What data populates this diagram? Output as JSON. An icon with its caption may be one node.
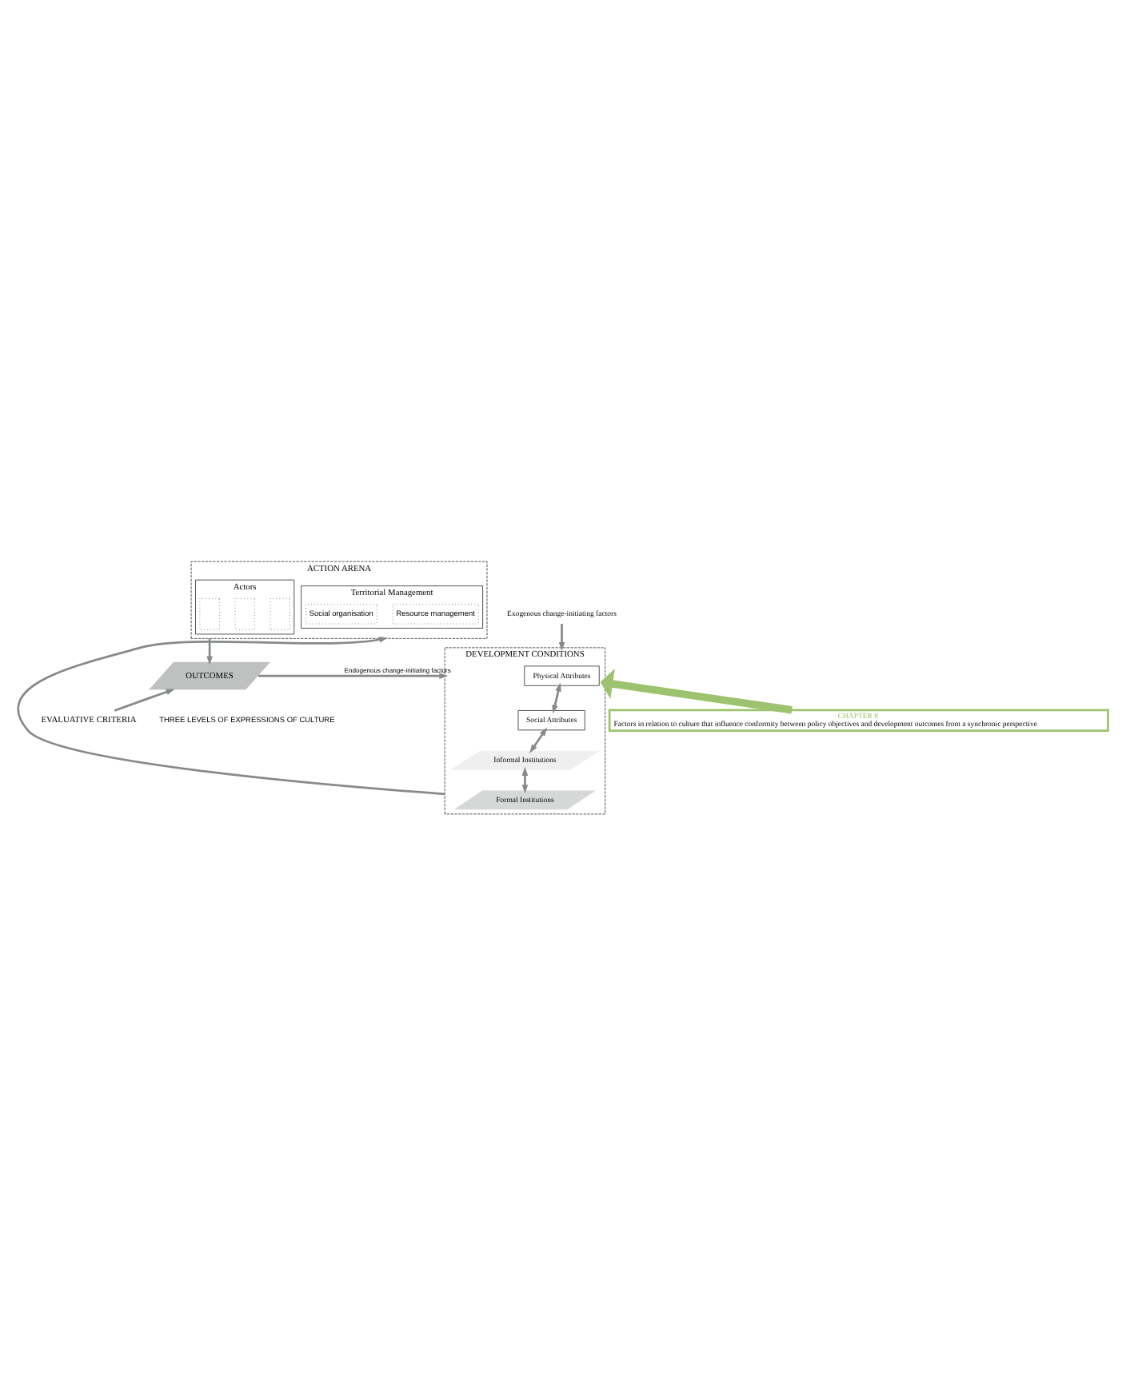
{
  "diagram": {
    "nodes": [
      {
        "text": [
          "DEVELOPMENT CONDITIONS"
        ]
      },
      {
        "text": [
          "Physical Attributes"
        ],
        "in": 0
      },
      {
        "text": [
          "Social Attributes"
        ],
        "in": 0
      },
      {
        "text": [
          "Informal Institutions"
        ],
        "in": 0
      },
      {
        "text": [
          "Formal Institutions"
        ],
        "in": 0
      },
      {
        "text": [
          "ACTION ARENA"
        ]
      },
      {
        "text": [
          "Territorial Management"
        ],
        "in": 5
      },
      {
        "text": [
          "Resource management"
        ],
        "in": 6
      },
      {
        "text": [
          "Social organisation"
        ],
        "in": 6
      },
      {
        "text": [
          "Actors"
        ],
        "in": 5
      },
      {
        "text": [],
        "shape": "box",
        "in": 9
      },
      {
        "text": [],
        "shape": "box",
        "in": 9
      },
      {
        "text": [],
        "shape": "box",
        "in": 9
      },
      {
        "text": [
          "OUTCOMES"
        ]
      },
      {
        "text": [
          "EVALUATIVE CRITERIA"
        ]
      },
      {
        "text": [
          "Exogenous change-initiating factors"
        ]
      },
      {
        "text": [
          "CHAPTER 8",
          "Factors in relation to culture that influence conformity between policy objectives and development outcomes from a synchronic perspective"
        ]
      }
    ],
    "edges": [
      {
        "from": 1,
        "to": 2,
        "arrow": "both"
      },
      {
        "from": 2,
        "to": 3,
        "arrow": "both"
      },
      {
        "from": 3,
        "to": 4,
        "arrow": "both"
      },
      {
        "from": 0,
        "to": 5,
        "arrow": "to"
      },
      {
        "from": 5,
        "to": 13,
        "arrow": "to"
      },
      {
        "from": 14,
        "to": 13,
        "arrow": "to"
      },
      {
        "from": 13,
        "to": 0,
        "arrow": "to",
        "label": "Endogenous change-initiating factors"
      },
      {
        "from": 15,
        "to": 0,
        "arrow": "to"
      },
      {
        "from": 16,
        "to": 0,
        "arrow": "to",
        "style": "thick",
        "color": "#9dc36f"
      }
    ],
    "labels": [
      "THREE LEVELS OF EXPRESSIONS OF CULTURE"
    ]
  }
}
